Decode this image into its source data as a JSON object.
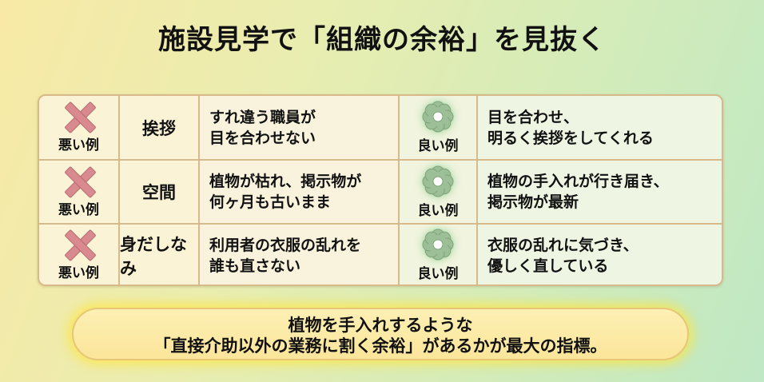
{
  "title": "施設見学で「組織の余裕」を見抜く",
  "labels": {
    "bad": "悪い例",
    "good": "良い例"
  },
  "icons": {
    "bad": "x-mark-icon",
    "good": "flower-icon"
  },
  "colors": {
    "bad_mark": "#d98a8f",
    "good_mark": "#8fb58f",
    "table_border": "#d8b98a",
    "footer_bg": "#fbe59a"
  },
  "rows": [
    {
      "category": "挨拶",
      "bad_line1": "すれ違う職員が",
      "bad_line2": "目を合わせない",
      "good_line1": "目を合わせ、",
      "good_line2": "明るく挨拶をしてくれる"
    },
    {
      "category": "空間",
      "bad_line1": "植物が枯れ、掲示物が",
      "bad_line2": "何ヶ月も古いまま",
      "good_line1": "植物の手入れが行き届き、",
      "good_line2": "掲示物が最新"
    },
    {
      "category": "身だしなみ",
      "bad_line1": "利用者の衣服の乱れを",
      "bad_line2": "誰も直さない",
      "good_line1": "衣服の乱れに気づき、",
      "good_line2": "優しく直している"
    }
  ],
  "footer": {
    "line1": "植物を手入れするような",
    "line2": "「直接介助以外の業務に割く余裕」があるかが最大の指標。"
  }
}
